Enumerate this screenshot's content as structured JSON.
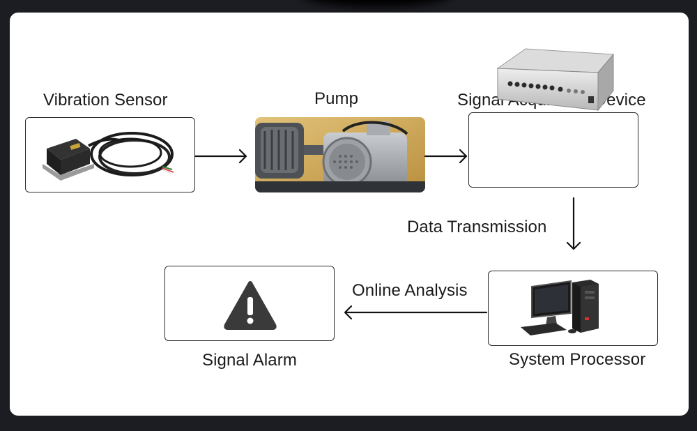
{
  "nodes": {
    "vibration_sensor": {
      "label": "Vibration Sensor"
    },
    "pump": {
      "label": "Pump"
    },
    "signal_device": {
      "label": "Signal Acquisition Device"
    },
    "system_processor": {
      "label": "System Processor"
    },
    "signal_alarm": {
      "label": "Signal Alarm"
    }
  },
  "edges": {
    "data_transmission": {
      "label": "Data Transmission"
    },
    "online_analysis": {
      "label": "Online Analysis"
    }
  },
  "icons": {
    "warning": "warning-triangle-icon",
    "computer": "desktop-computer-icon"
  },
  "colors": {
    "background": "#1c1d22",
    "panel": "#ffffff",
    "stroke": "#2b2b2b",
    "warning": "#3a3a3a"
  }
}
